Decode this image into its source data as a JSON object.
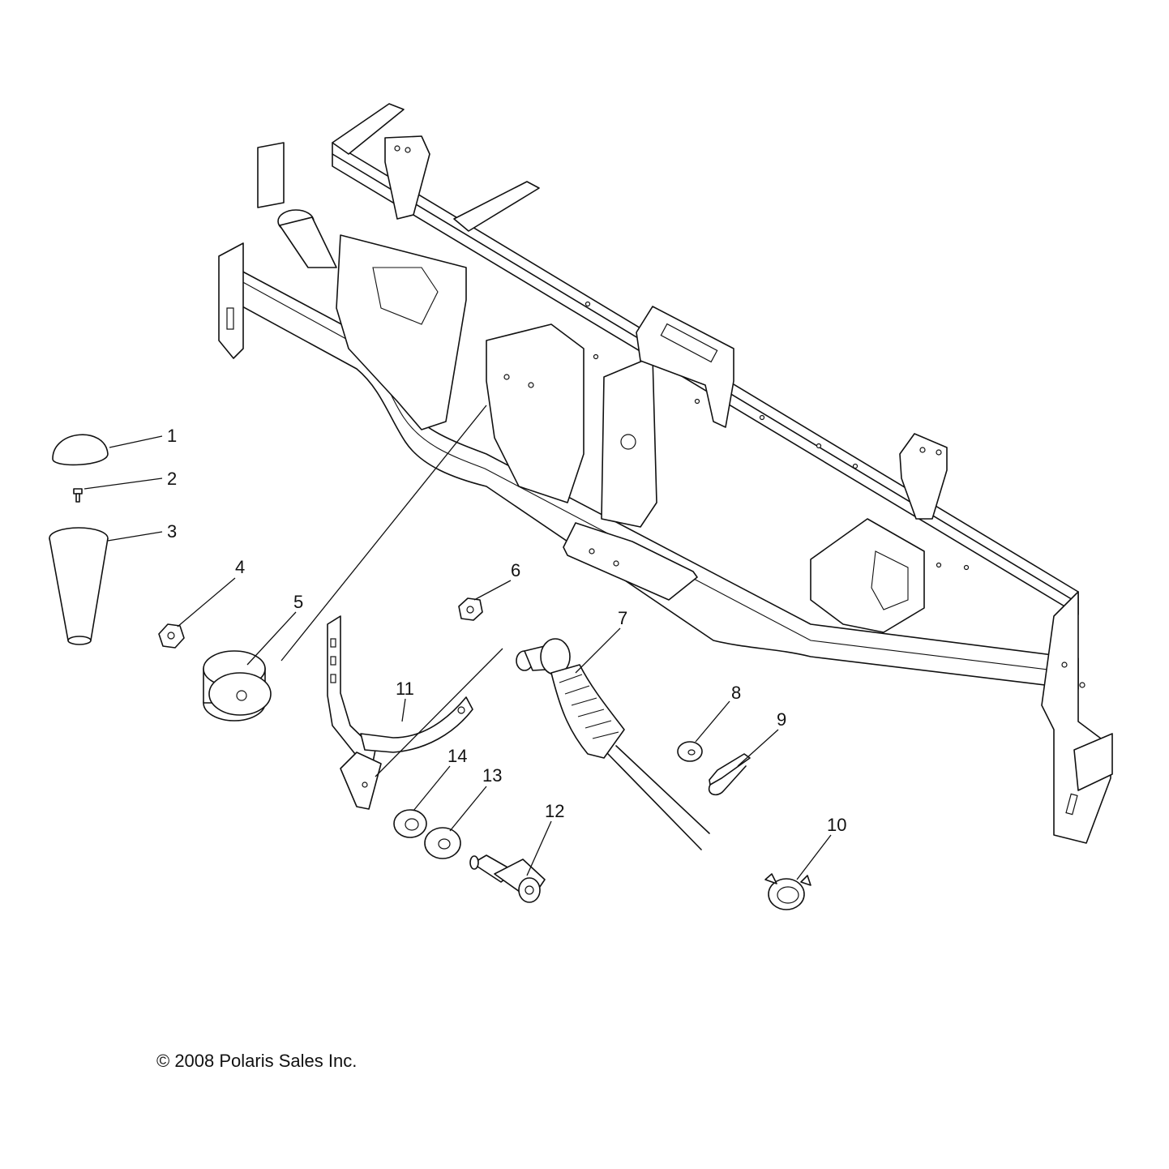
{
  "callouts": [
    "1",
    "2",
    "3",
    "4",
    "5",
    "6",
    "7",
    "8",
    "9",
    "10",
    "11",
    "12",
    "13",
    "14"
  ],
  "copyright": "© 2008 Polaris Sales Inc.",
  "colors": {
    "line": "#111111",
    "background": "#ffffff"
  }
}
